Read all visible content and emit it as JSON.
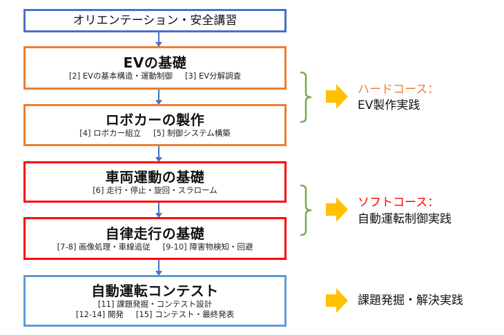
{
  "colors": {
    "orientation_border": "#4472c4",
    "hard_border": "#ed7d31",
    "soft_border": "#ff0000",
    "contest_border": "#5b9bd5",
    "connector": "#4472c4",
    "brace": "#70ad47",
    "course_arrow": "#ffc000",
    "hard_label": "#ed7d31",
    "soft_label": "#ff0000"
  },
  "steps": [
    {
      "title": "オリエンテーション・安全講習",
      "items": []
    },
    {
      "title": "EVの基礎",
      "items": [
        "[2] EVの基本構造・運動制御",
        "[3] EV分解調査"
      ]
    },
    {
      "title": "ロボカーの製作",
      "items": [
        "[4] ロボカー組立",
        "[5] 制御システム構築"
      ]
    },
    {
      "title": "車両運動の基礎",
      "items": [
        "[6] 走行・停止・旋回・スラローム"
      ]
    },
    {
      "title": "自律走行の基礎",
      "items": [
        "[7-8] 画像処理・車線追従",
        "[9-10] 障害物検知・回避"
      ]
    },
    {
      "title": "自動運転コンテスト",
      "lines": [
        [
          "[11] 課題発掘・コンテスト設計"
        ],
        [
          "[12-14] 開発",
          "[15] コンテスト・最終発表"
        ]
      ]
    }
  ],
  "courses": [
    {
      "name": "ハードコース：",
      "description": "EV製作実践"
    },
    {
      "name": "ソフトコース：",
      "description": "自動運転制御実践"
    },
    {
      "name": "",
      "description": "課題発掘・解決実践"
    }
  ]
}
